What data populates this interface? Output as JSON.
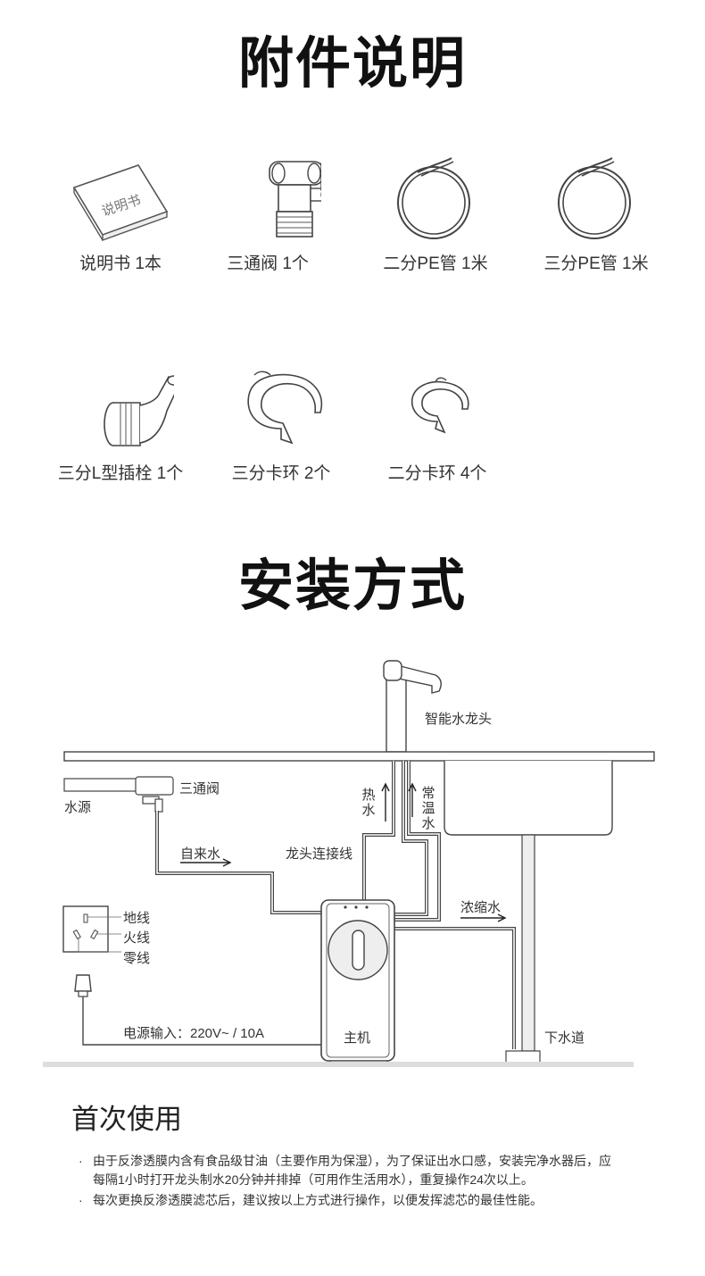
{
  "titles": {
    "accessories": "附件说明",
    "install": "安装方式"
  },
  "accessories": [
    {
      "icon": "manual-booklet-icon",
      "book_text": "说明书",
      "caption": "说明书 1本"
    },
    {
      "icon": "three-way-valve-icon",
      "caption": "三通阀  1个"
    },
    {
      "icon": "tube-coil-icon",
      "caption": "二分PE管 1米"
    },
    {
      "icon": "tube-coil-icon",
      "caption": "三分PE管 1米"
    },
    {
      "icon": "l-fitting-icon",
      "caption": "三分L型插栓 1个"
    },
    {
      "icon": "clip-ring-icon",
      "caption": "三分卡环  2个"
    },
    {
      "icon": "clip-ring-icon",
      "caption": "二分卡环  4个"
    }
  ],
  "diagram": {
    "faucet": "智能水龙头",
    "valve": "三通阀",
    "water_source": "水源",
    "tap_water": "自来水",
    "faucet_cable": "龙头连接线",
    "hot_water": "热水",
    "normal_water": "常温水",
    "concentrate": "浓缩水",
    "ground": "地线",
    "live": "火线",
    "neutral": "零线",
    "power_input": "电源输入：220V~ / 10A",
    "main_unit": "主机",
    "drain": "下水道"
  },
  "first_use": {
    "title": "首次使用",
    "bullet": "·",
    "notes": [
      "由于反渗透膜内含有食品级甘油（主要作用为保湿），为了保证出水口感，安装完净水器后，应每隔1小时打开龙头制水20分钟并排掉（可用作生活用水），重复操作24次以上。",
      "每次更换反渗透膜滤芯后，建议按以上方式进行操作，以便发挥滤芯的最佳性能。"
    ]
  }
}
